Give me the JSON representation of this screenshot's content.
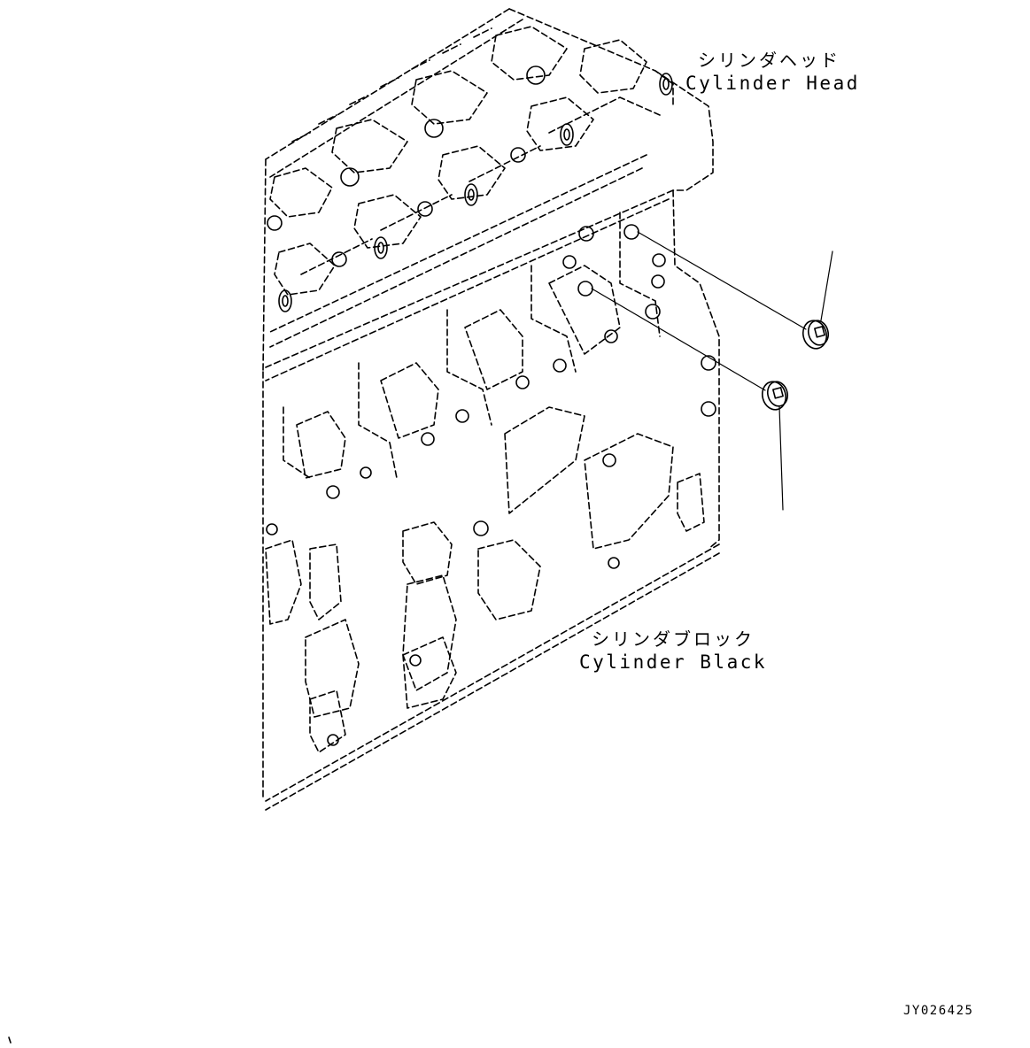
{
  "labels": {
    "cylinder_head_jp": "シリンダヘッド",
    "cylinder_head_en": "Cylinder Head",
    "cylinder_block_jp": "シリンダブロック",
    "cylinder_block_en": "Cylinder Black"
  },
  "drawing_id": "JY026425",
  "colors": {
    "line": "#000000",
    "background": "#ffffff"
  }
}
